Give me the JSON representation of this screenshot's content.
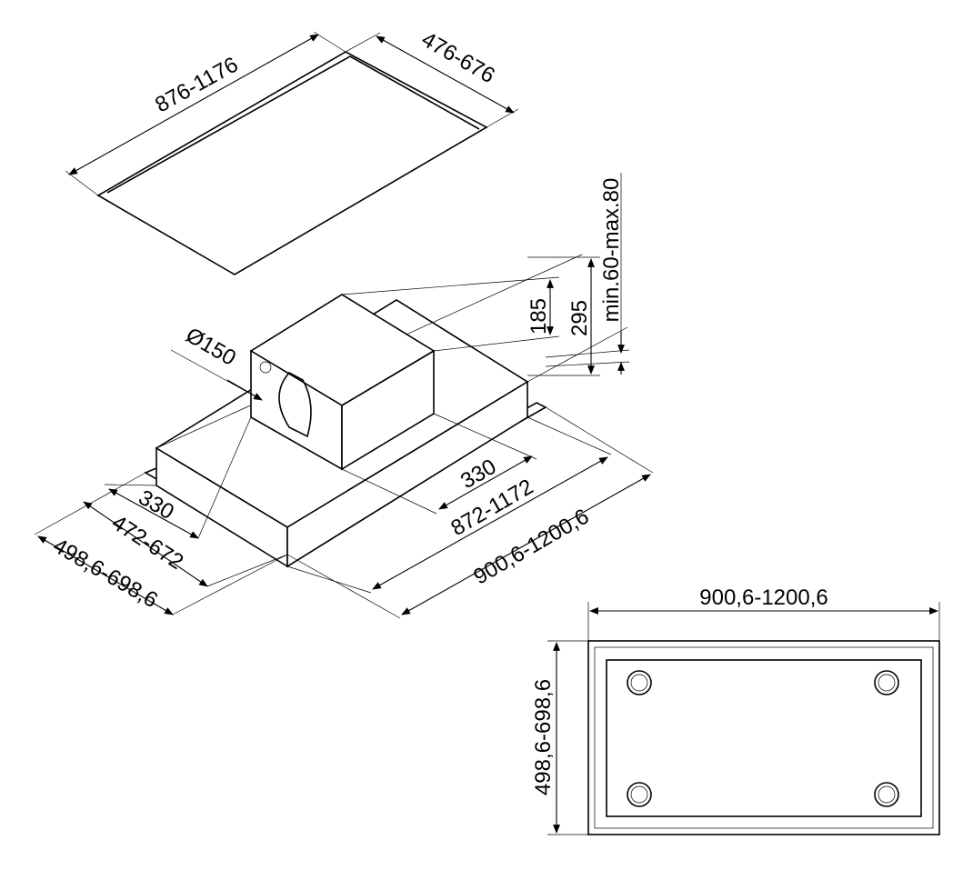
{
  "cooktop": {
    "width_label": "876-1176",
    "depth_label": "476-676"
  },
  "hood": {
    "duct_diameter_label": "Ø150",
    "motor_height_label": "185",
    "total_height_label": "295",
    "flange_label": "min.60-max.80",
    "motor_depth_label": "330",
    "cutout_depth_label": "472-672",
    "overall_depth_label": "498,6-698,6",
    "motor_width_label": "330",
    "cutout_width_label": "872-1172",
    "overall_width_label": "900,6-1200,6"
  },
  "plan_view": {
    "width_label": "900,6-1200,6",
    "depth_label": "498,6-698,6"
  }
}
